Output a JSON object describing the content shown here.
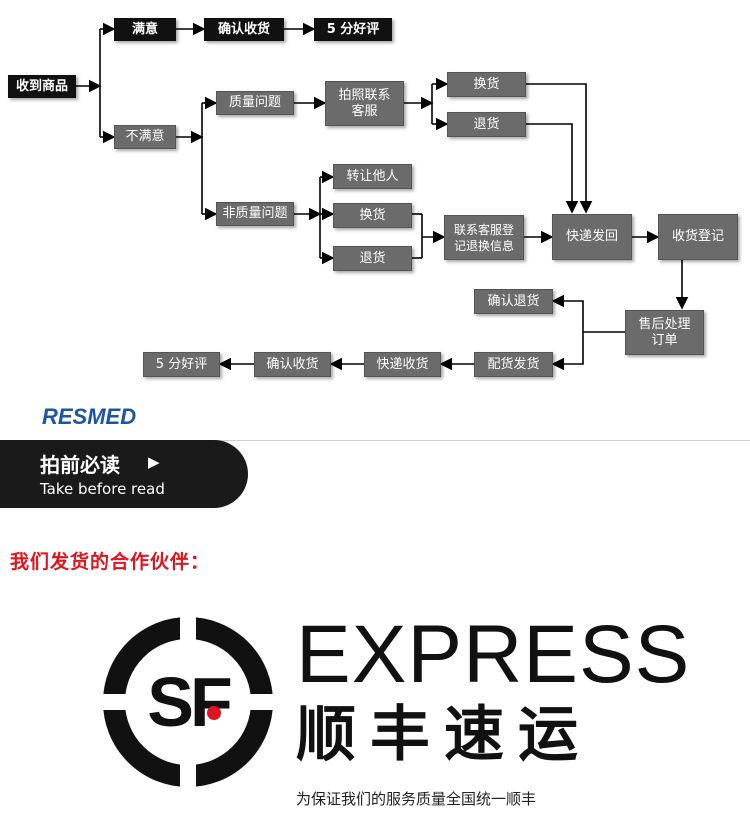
{
  "flowchart": {
    "received": "收到商品",
    "satisfied": "满意",
    "satisfied_confirm": "确认收货",
    "satisfied_review": "5 分好评",
    "unsatisfied": "不满意",
    "quality_issue": "质量问题",
    "photo_contact_line1": "拍照联系",
    "photo_contact_line2": "客服",
    "exchange_top": "换货",
    "return_top": "退货",
    "non_quality_issue": "非质量问题",
    "transfer": "转让他人",
    "exchange_mid": "换货",
    "return_mid": "退货",
    "register_info_line1": "联系客服登",
    "register_info_line2": "记退换信息",
    "express_send": "快递发回",
    "receive_register": "收货登记",
    "after_sales_line1": "售后处理",
    "after_sales_line2": "订单",
    "confirm_refund": "确认退货",
    "dispatch": "配货发货",
    "express_receive": "快递收货",
    "final_confirm": "确认收货",
    "final_review": "5 分好评"
  },
  "brand": {
    "resmed": "RESMED"
  },
  "banner": {
    "cn": "拍前必读",
    "arrow": "▶",
    "en": "Take before read"
  },
  "partner": {
    "title": "我们发货的合作伙伴：",
    "logo_text": "SF",
    "express": "EXPRESS",
    "cn_name": "顺丰速运",
    "slogan": "为保证我们的服务质量全国统一顺丰"
  },
  "colors": {
    "node_black": "#111111",
    "node_gray": "#6b6b6b",
    "accent_red": "#e0141e",
    "resmed_blue": "#1e55a3"
  }
}
